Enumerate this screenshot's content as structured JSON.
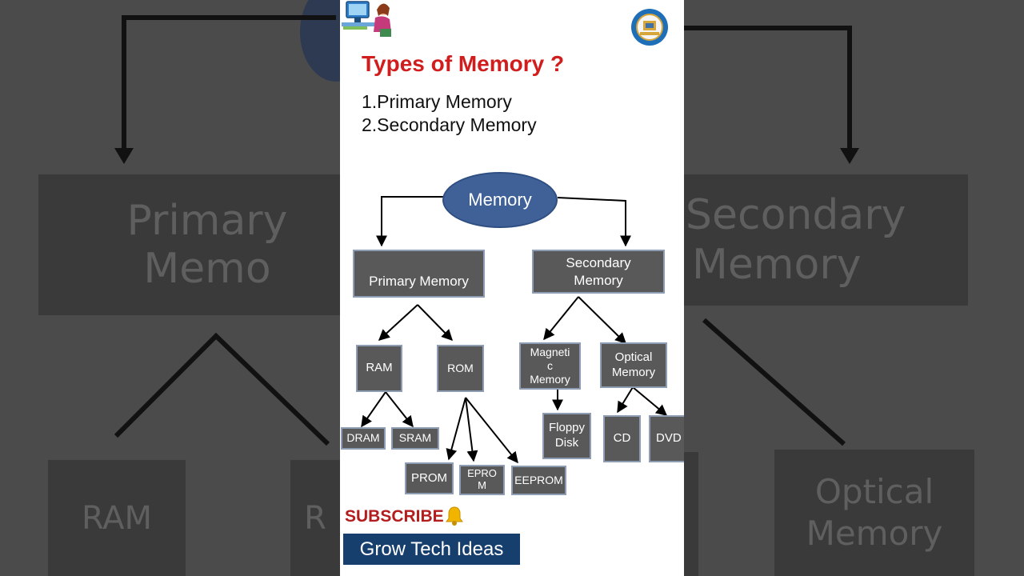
{
  "header": {
    "title": "Types of Memory ?",
    "list": [
      "1.Primary Memory",
      "2.Secondary Memory"
    ]
  },
  "diagram": {
    "root": "Memory",
    "primary": "Primary Memory",
    "secondary": [
      "Secondary",
      "Memory"
    ],
    "ram": "RAM",
    "rom": "ROM",
    "magnetic": [
      "Magneti",
      "c",
      "Memory"
    ],
    "optical": [
      "Optical",
      "Memory"
    ],
    "dram": "DRAM",
    "sram": "SRAM",
    "prom": "PROM",
    "eprom": [
      "EPRO",
      "M"
    ],
    "eeprom": "EEPROM",
    "floppy": [
      "Floppy",
      "Disk"
    ],
    "cd": "CD",
    "dvd": "DVD"
  },
  "footer": {
    "subscribe": "SUBSCRIBE",
    "brand": "Grow Tech Ideas"
  },
  "background": {
    "primary": "Primary Memo",
    "secondary": [
      "Secondary",
      "Memory"
    ],
    "ram": "RAM",
    "ro": "R",
    "optical": [
      "Optical",
      "Memory"
    ]
  },
  "colors": {
    "title_red": "#d01d1d",
    "box_gray": "#595959",
    "ellipse_blue": "#3f6198",
    "brand_navy": "#173f6e"
  },
  "icons": [
    "computer-user-logo-icon",
    "channel-badge-icon",
    "bell-icon"
  ]
}
